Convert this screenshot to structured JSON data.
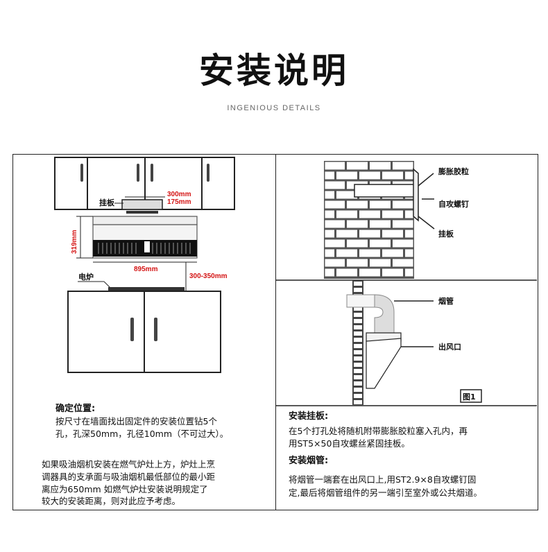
{
  "title": "安装说明",
  "subtitle": "INGENIOUS DETAILS",
  "left": {
    "labels": {
      "hanger": "挂板",
      "w300": "300mm",
      "w175": "175mm",
      "h319": "319mm",
      "w895": "895mm",
      "dist": "300-350mm",
      "stove": "电炉"
    },
    "section1_heading": "确定位置:",
    "section1_line1": "按尺寸在墙面找出固定件的安装位置钻5个",
    "section1_line2": "孔，孔深50mm，孔径10mm（不可过大）。",
    "section2_line1": "如果吸油烟机安装在燃气炉灶上方，炉灶上烹",
    "section2_line2": "调器具的支承面与吸油烟机最低部位的最小距",
    "section2_line3": "离应为650mm  如燃气炉灶安装说明规定了",
    "section2_line4": "较大的安装距离，则对此应予考虑。"
  },
  "right": {
    "labels": {
      "anchor": "膨胀胶粒",
      "screw": "自攻螺钉",
      "hanger": "挂板",
      "pipe": "烟管",
      "outlet": "出风口",
      "fig": "图1"
    },
    "section1_heading": "安装挂板:",
    "section1_line1": "在5个打孔处将随机附带膨胀胶粒塞入孔内，再",
    "section1_line2": "用ST5×50自攻螺丝紧固挂板。",
    "section2_heading": "安装烟管:",
    "section2_line1": "将烟管一端套在出风口上,用ST2.9×8自攻螺钉固",
    "section2_line2": "定,最后将烟管组件的另一端引至室外或公共烟道。"
  }
}
